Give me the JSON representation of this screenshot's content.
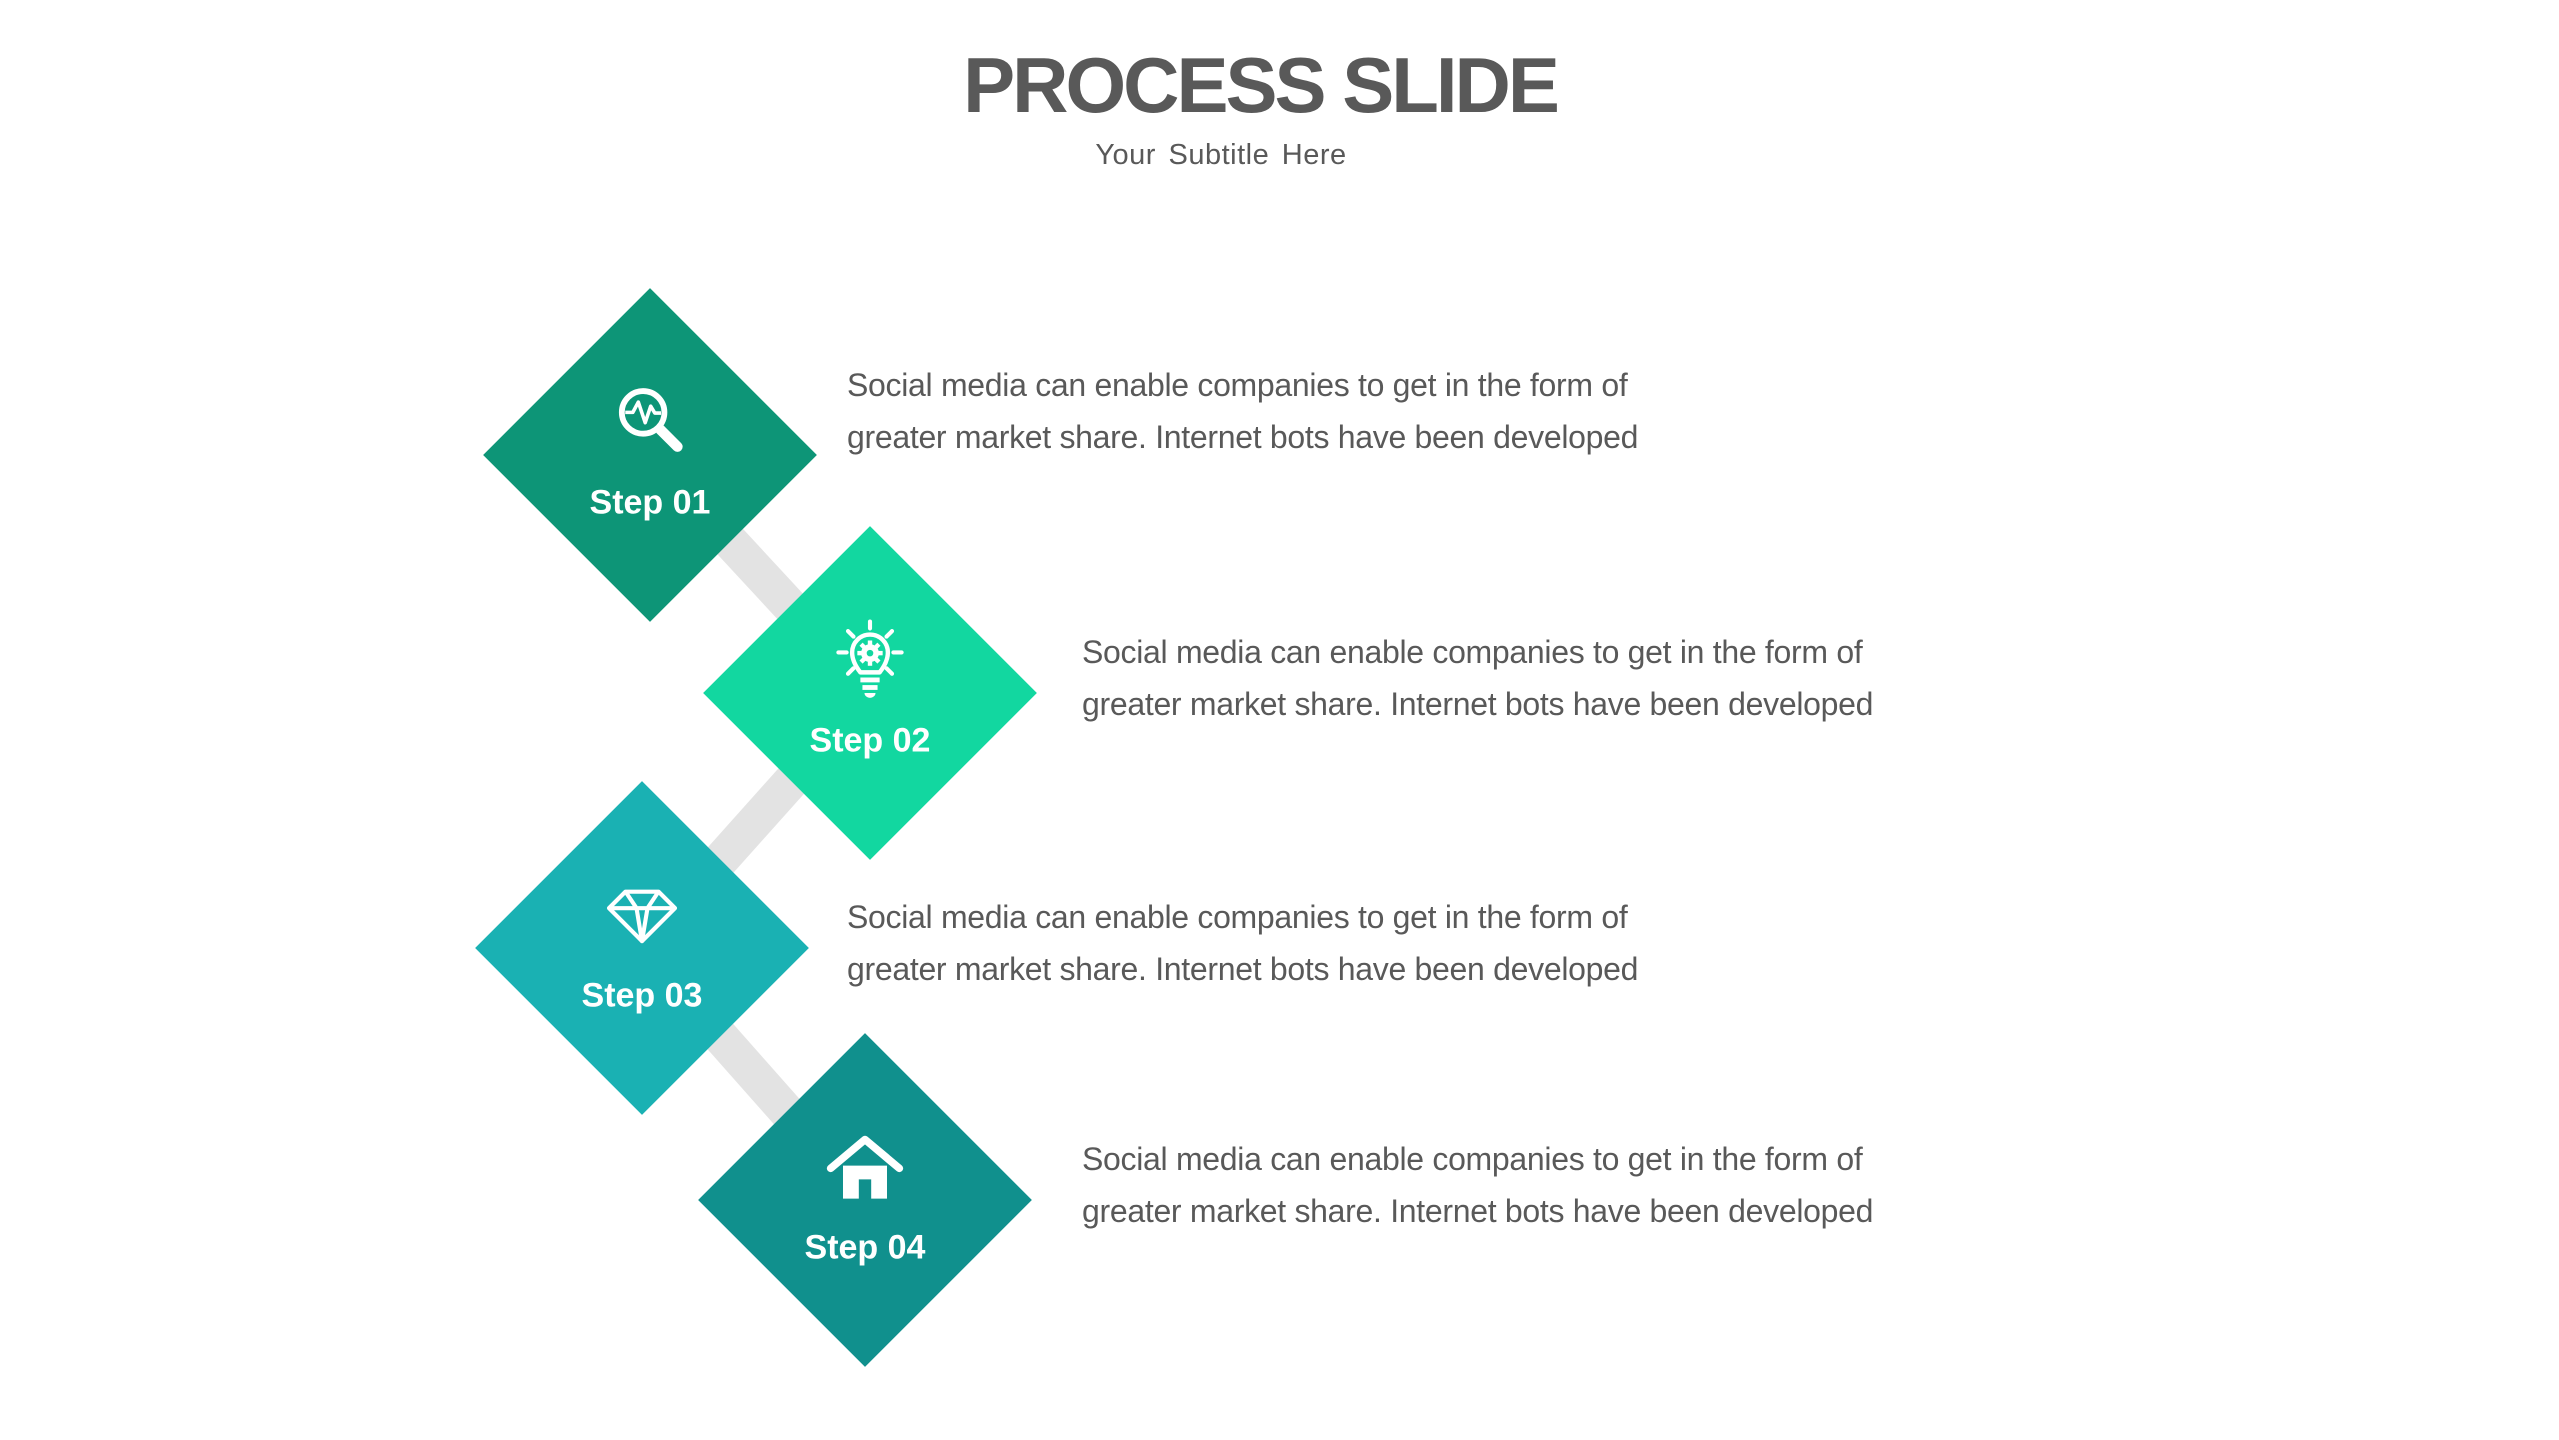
{
  "slide": {
    "title": "PROCESS SLIDE",
    "subtitle": "Your Subtitle Here"
  },
  "steps": [
    {
      "label": "Step 01",
      "icon": "magnifier-pulse-icon",
      "color": "#0D9577",
      "description": "Social media can enable companies to get in the form of\ngreater market share. Internet bots have been developed"
    },
    {
      "label": "Step 02",
      "icon": "lightbulb-gear-icon",
      "color": "#12D7A0",
      "description": "Social media can enable companies to get in the form of\ngreater market share. Internet bots have been developed"
    },
    {
      "label": "Step 03",
      "icon": "gem-icon",
      "color": "#1AB1B3",
      "description": "Social media can enable companies to get in the form of\ngreater market share. Internet bots have been developed"
    },
    {
      "label": "Step 04",
      "icon": "home-icon",
      "color": "#10908D",
      "description": "Social media can enable companies to get in the form of\ngreater market share. Internet bots have been developed"
    }
  ],
  "colors": {
    "connector": "#E3E3E3",
    "title_text": "#595959",
    "body_text": "#595959",
    "step_label_text": "#FFFFFF"
  }
}
